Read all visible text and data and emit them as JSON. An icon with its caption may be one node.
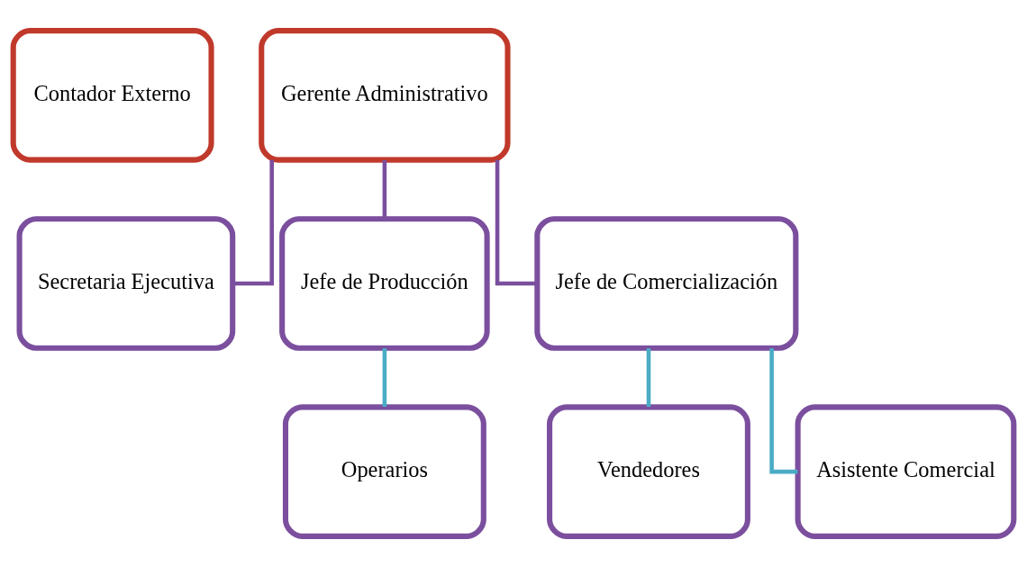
{
  "diagram": {
    "nodes": [
      {
        "text": [
          "Contador Externo"
        ]
      },
      {
        "text": [
          "Gerente Administrativo"
        ]
      },
      {
        "text": [
          "Secretaria Ejecutiva"
        ]
      },
      {
        "text": [
          "Jefe de Producción"
        ]
      },
      {
        "text": [
          "Jefe de Comercialización"
        ]
      },
      {
        "text": [
          "Operarios"
        ]
      },
      {
        "text": [
          "Vendedores"
        ]
      },
      {
        "text": [
          "Asistente Comercial"
        ]
      }
    ],
    "edges": [
      {
        "from": 1,
        "to": 2,
        "arrow": "none"
      },
      {
        "from": 1,
        "to": 3,
        "arrow": "none"
      },
      {
        "from": 1,
        "to": 4,
        "arrow": "none"
      },
      {
        "from": 3,
        "to": 5,
        "arrow": "none",
        "color": "#4bacc6"
      },
      {
        "from": 4,
        "to": 6,
        "arrow": "none",
        "color": "#4bacc6"
      },
      {
        "from": 4,
        "to": 7,
        "arrow": "none",
        "color": "#4bacc6"
      }
    ]
  }
}
